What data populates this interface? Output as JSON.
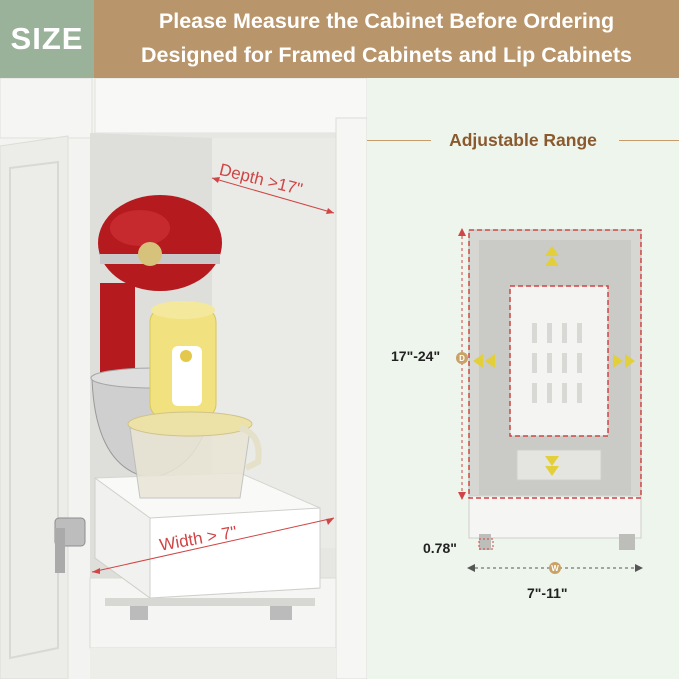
{
  "header": {
    "badge": "SIZE",
    "line1": "Please Measure the Cabinet Before Ordering",
    "line2": "Designed for Framed Cabinets and Lip Cabinets"
  },
  "photo": {
    "depth_label": "Depth >17\"",
    "width_label": "Width > 7\""
  },
  "diagram": {
    "title": "Adjustable Range",
    "depth_range": "17\"-24\"",
    "depth_marker": "D",
    "height_label": "0.78\"",
    "width_marker": "W",
    "width_range": "7\"-11\""
  },
  "colors": {
    "header_bg": "#b8956a",
    "badge_bg": "#9ab29a",
    "accent_red": "#d04545",
    "title_brown": "#8a5a2e",
    "arrow_yellow": "#e3cf3a"
  }
}
